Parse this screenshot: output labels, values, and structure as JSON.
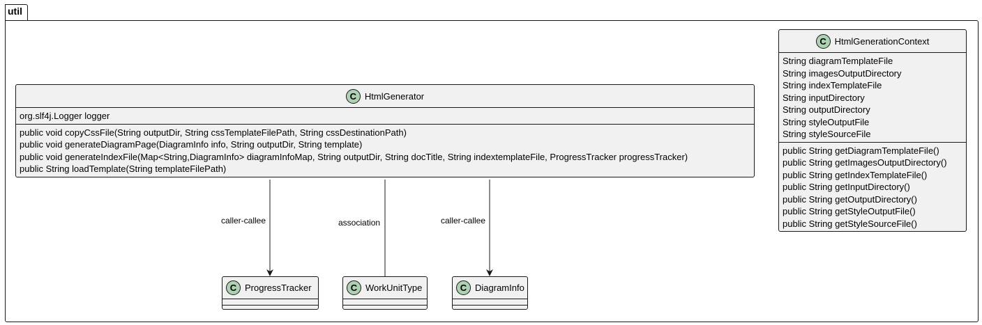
{
  "package": {
    "name": "util"
  },
  "classes": {
    "html_generator": {
      "name": "HtmlGenerator",
      "stereotype_letter": "C",
      "fields": [
        "org.slf4j.Logger logger"
      ],
      "methods": [
        "public void copyCssFile(String outputDir, String cssTemplateFilePath, String cssDestinationPath)",
        "public void generateDiagramPage(DiagramInfo info, String outputDir, String template)",
        "public void generateIndexFile(Map<String,DiagramInfo> diagramInfoMap, String outputDir, String docTitle, String indextemplateFile, ProgressTracker progressTracker)",
        "public String loadTemplate(String templateFilePath)"
      ]
    },
    "html_generation_context": {
      "name": "HtmlGenerationContext",
      "stereotype_letter": "C",
      "fields": [
        "String diagramTemplateFile",
        "String imagesOutputDirectory",
        "String indexTemplateFile",
        "String inputDirectory",
        "String outputDirectory",
        "String styleOutputFile",
        "String styleSourceFile"
      ],
      "methods": [
        "public String getDiagramTemplateFile()",
        "public String getImagesOutputDirectory()",
        "public String getIndexTemplateFile()",
        "public String getInputDirectory()",
        "public String getOutputDirectory()",
        "public String getStyleOutputFile()",
        "public String getStyleSourceFile()"
      ]
    },
    "progress_tracker": {
      "name": "ProgressTracker",
      "stereotype_letter": "C"
    },
    "work_unit_type": {
      "name": "WorkUnitType",
      "stereotype_letter": "C"
    },
    "diagram_info": {
      "name": "DiagramInfo",
      "stereotype_letter": "C"
    }
  },
  "relations": [
    {
      "from": "HtmlGenerator",
      "to": "ProgressTracker",
      "label": "caller-callee",
      "arrow": true
    },
    {
      "from": "HtmlGenerator",
      "to": "WorkUnitType",
      "label": "association",
      "arrow": false
    },
    {
      "from": "HtmlGenerator",
      "to": "DiagramInfo",
      "label": "caller-callee",
      "arrow": true
    }
  ],
  "colors": {
    "class_fill": "#f1f1f1",
    "class_icon": "#add1b2",
    "border": "#181818"
  }
}
